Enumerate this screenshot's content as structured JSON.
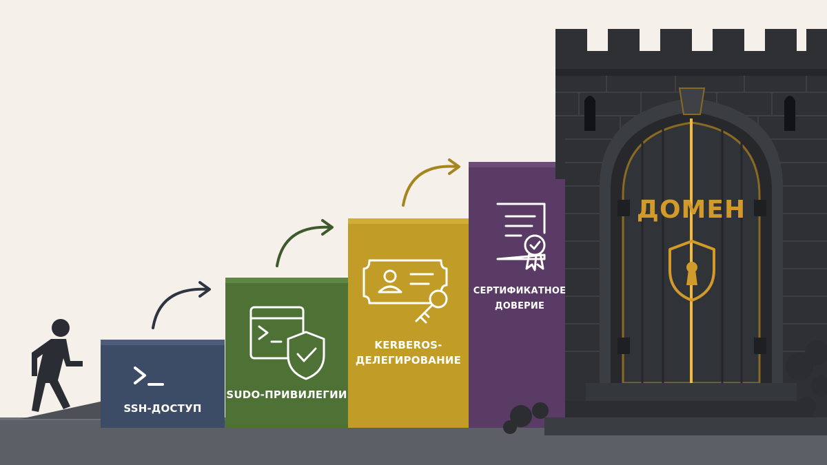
{
  "steps": [
    {
      "label": "SSH-ДОСТУП",
      "color": "#3c4b66",
      "icon": "terminal-icon"
    },
    {
      "label": "SUDO-ПРИВИЛЕГИИ",
      "color": "#4e7136",
      "icon": "terminal-shield-icon"
    },
    {
      "label": "KERBEROS-\nДЕЛЕГИРОВАНИЕ",
      "color": "#c19c27",
      "icon": "id-card-key-icon"
    },
    {
      "label": "СЕРТИФИКАТНОЕ\nДОВЕРИЕ",
      "color": "#5a3b66",
      "icon": "certificate-icon"
    }
  ],
  "goal": {
    "label": "ДОМЕН",
    "icon": "keyhole-shield-icon",
    "accent": "#d19a2a"
  },
  "colors": {
    "background": "#f5f1ea",
    "ground": "#5c5f66",
    "castle": "#2e3034",
    "arrow": "#2f3442"
  }
}
